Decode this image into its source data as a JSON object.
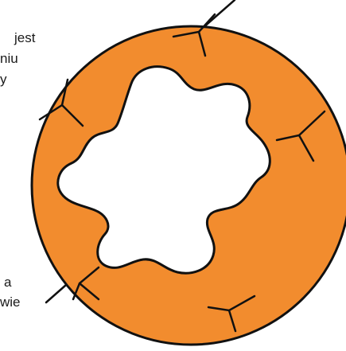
{
  "labels": {
    "top_fragments": [
      "jest",
      "niu",
      "y"
    ],
    "bottom_fragments": [
      "a",
      "wie"
    ]
  },
  "colors": {
    "ring_fill": "#F28C2E",
    "outline": "#111111",
    "inner_fill": "#ffffff",
    "background": "#ffffff"
  },
  "shapes": {
    "outer": "circle",
    "inner": "irregular-blob",
    "marks": "three-line-junctions"
  }
}
